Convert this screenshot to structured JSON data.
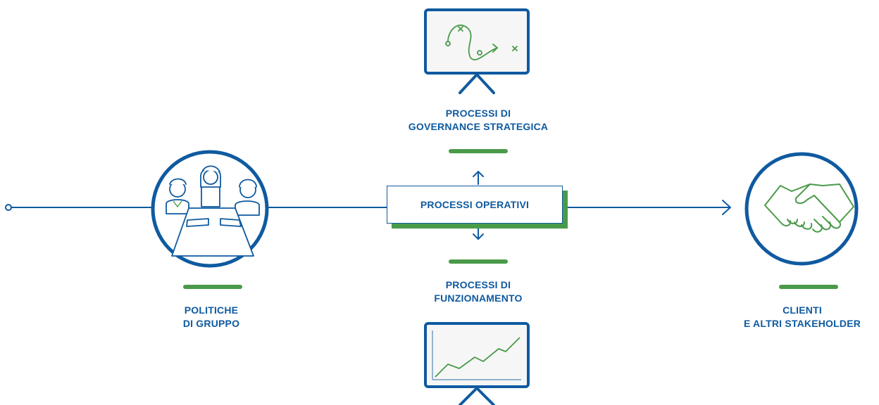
{
  "colors": {
    "blue": "#0f5aa0",
    "green": "#4a9a49"
  },
  "labels": {
    "strategic": {
      "line1": "PROCESSI DI",
      "line2": "GOVERNANCE STRATEGICA"
    },
    "funzionamento": {
      "line1": "PROCESSI DI",
      "line2": "FUNZIONAMENTO"
    },
    "politiche": {
      "line1": "POLITICHE",
      "line2": "DI GRUPPO"
    },
    "clienti": {
      "line1": "CLIENTI",
      "line2": "E ALTRI STAKEHOLDER"
    },
    "operativi": "PROCESSI OPERATIVI"
  },
  "icons": {
    "left": "team-meeting-icon",
    "right": "handshake-icon",
    "top": "strategy-board-icon",
    "bottom": "growth-chart-board-icon"
  }
}
